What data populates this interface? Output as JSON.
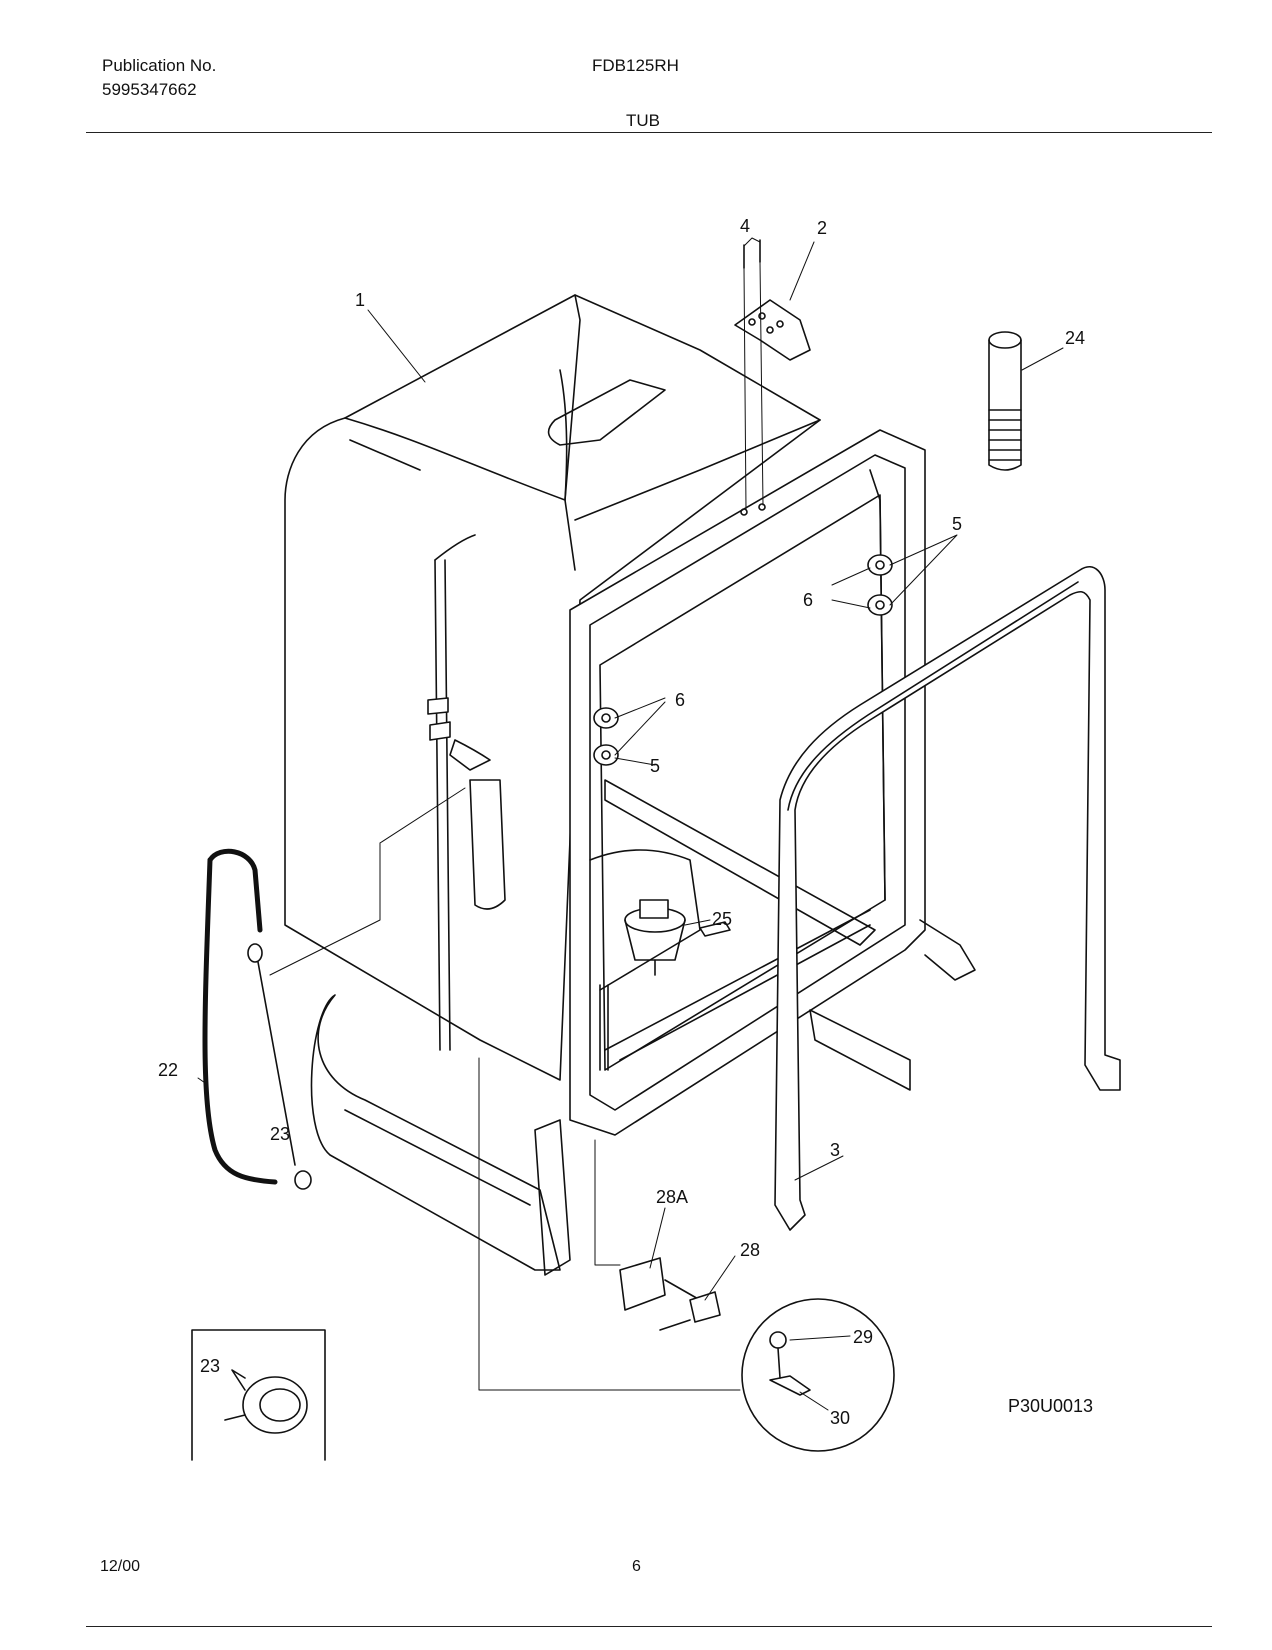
{
  "header": {
    "publication_label": "Publication No.",
    "publication_number": "5995347662",
    "model": "FDB125RH",
    "section_title": "TUB"
  },
  "diagram": {
    "callouts": {
      "c1": "1",
      "c2": "2",
      "c3": "3",
      "c4": "4",
      "c5a": "5",
      "c5b": "5",
      "c6a": "6",
      "c6b": "6",
      "c22": "22",
      "c23a": "23",
      "c23b": "23",
      "c24": "24",
      "c25": "25",
      "c28": "28",
      "c28a": "28A",
      "c29": "29",
      "c30": "30"
    },
    "figure_code": "P30U0013"
  },
  "footer": {
    "date": "12/00",
    "page": "6"
  }
}
